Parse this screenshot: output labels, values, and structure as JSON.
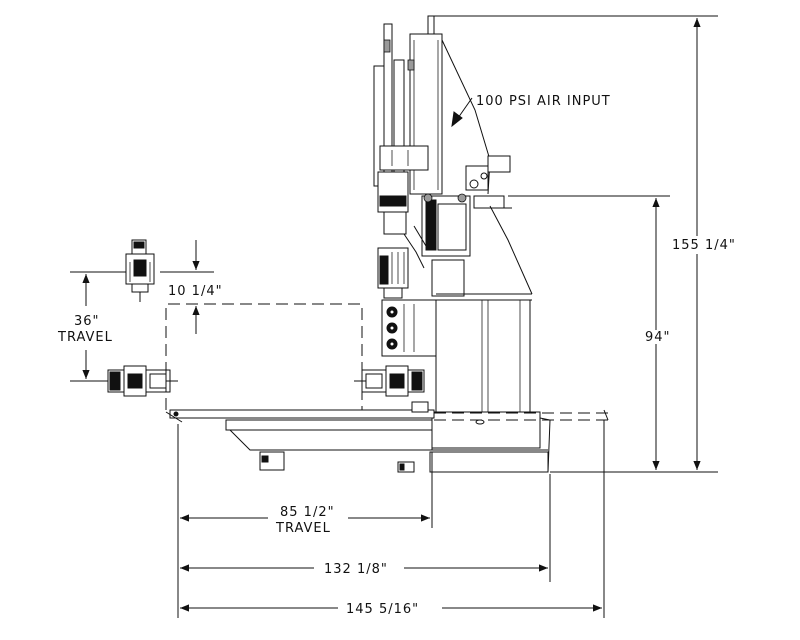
{
  "labels": {
    "air_input": "100 PSI AIR INPUT",
    "overall_height": "155 1/4\"",
    "table_height": "94\"",
    "head_clearance": "10 1/4\"",
    "vertical_travel_value": "36\"",
    "vertical_travel_word": "TRAVEL",
    "horizontal_travel_value": "85 1/2\"",
    "horizontal_travel_word": "TRAVEL",
    "width_inner": "132 1/8\"",
    "width_overall": "145 5/16\""
  }
}
